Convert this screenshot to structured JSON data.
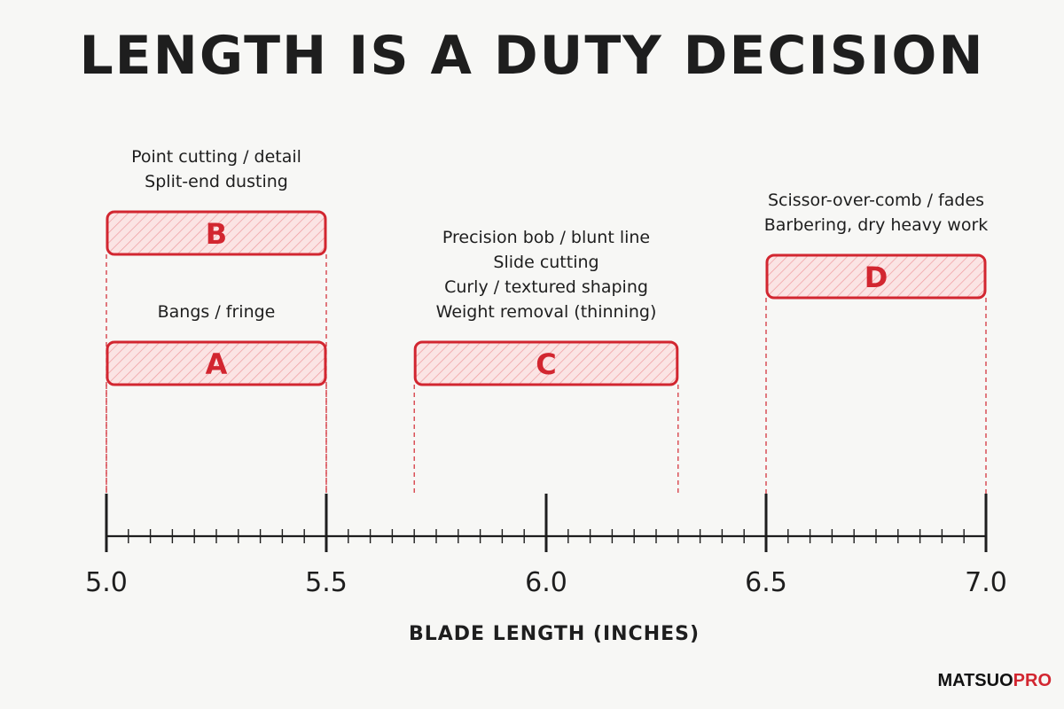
{
  "chart_data": {
    "type": "range",
    "title": "LENGTH IS A DUTY DECISION",
    "xlabel": "BLADE LENGTH (INCHES)",
    "xlim": [
      5.0,
      7.0
    ],
    "major_ticks": [
      "5.0",
      "5.5",
      "6.0",
      "6.5",
      "7.0"
    ],
    "minor_tick_step": 0.05,
    "ranges": [
      {
        "label": "B",
        "start": 5.0,
        "end": 5.5,
        "row": 2,
        "uses": [
          "Point cutting / detail",
          "Split-end dusting"
        ]
      },
      {
        "label": "A",
        "start": 5.0,
        "end": 5.5,
        "row": 1,
        "uses": [
          "Bangs / fringe"
        ]
      },
      {
        "label": "C",
        "start": 5.7,
        "end": 6.3,
        "row": 1,
        "uses": [
          "Precision bob / blunt line",
          "Slide cutting",
          "Curly / textured shaping",
          "Weight removal (thinning)"
        ]
      },
      {
        "label": "D",
        "start": 6.5,
        "end": 7.0,
        "row": 3,
        "uses": [
          "Scissor-over-comb / fades",
          "Barbering, dry heavy work"
        ]
      }
    ],
    "colors": {
      "accent": "#d22630",
      "fill": "#fbe1e1",
      "axis": "#1e1e1e"
    }
  },
  "brand": {
    "part1": "MATSUO",
    "part2": "PRO"
  }
}
